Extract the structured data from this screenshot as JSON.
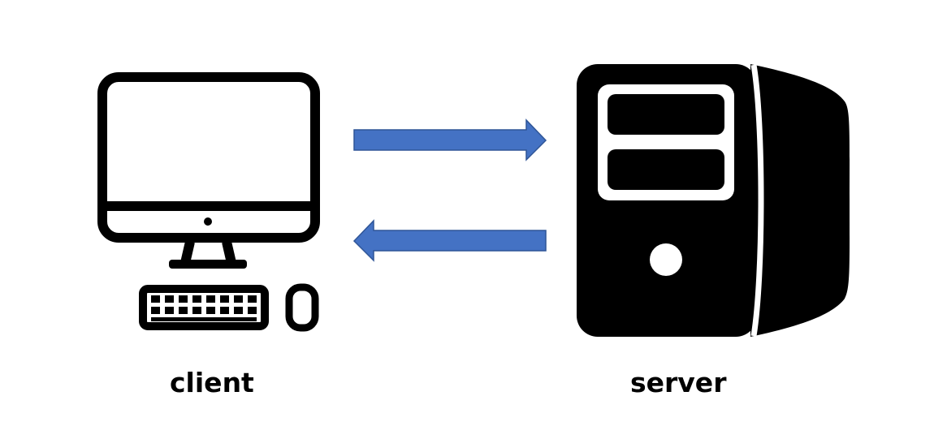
{
  "nodes": {
    "client": {
      "label": "client",
      "icon": "desktop-computer-icon"
    },
    "server": {
      "label": "server",
      "icon": "server-tower-icon"
    }
  },
  "edges": [
    {
      "from": "client",
      "to": "server",
      "direction": "right"
    },
    {
      "from": "server",
      "to": "client",
      "direction": "left"
    }
  ],
  "colors": {
    "arrow_fill": "#4472C4",
    "arrow_stroke": "#2F5597",
    "icon": "#000000",
    "background": "#FFFFFF"
  }
}
